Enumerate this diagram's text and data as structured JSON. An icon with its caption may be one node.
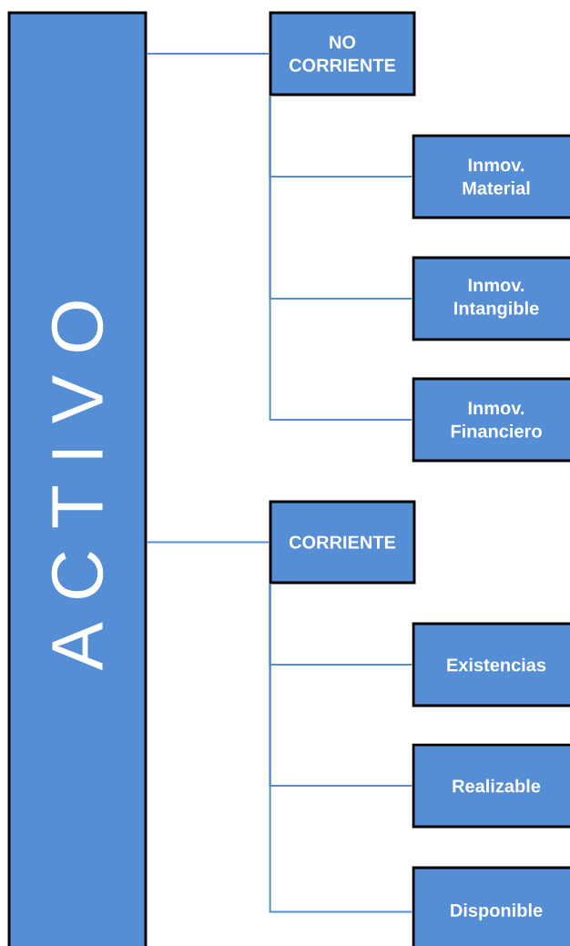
{
  "diagram": {
    "nodes": [
      {
        "text": [
          "A C T I V O"
        ]
      },
      {
        "text": [
          "NO CORRIENTE"
        ]
      },
      {
        "text": [
          "Inmov. Material"
        ]
      },
      {
        "text": [
          "Inmov. Intangible"
        ]
      },
      {
        "text": [
          "Inmov. Financiero"
        ]
      },
      {
        "text": [
          "CORRIENTE"
        ]
      },
      {
        "text": [
          "Existencias"
        ]
      },
      {
        "text": [
          "Realizable"
        ]
      },
      {
        "text": [
          "Disponible"
        ]
      }
    ],
    "edges": [
      {
        "from": 0,
        "to": 1,
        "arrow": "none"
      },
      {
        "from": 1,
        "to": 2,
        "arrow": "none"
      },
      {
        "from": 1,
        "to": 3,
        "arrow": "none"
      },
      {
        "from": 1,
        "to": 4,
        "arrow": "none"
      },
      {
        "from": 0,
        "to": 5,
        "arrow": "none"
      },
      {
        "from": 5,
        "to": 6,
        "arrow": "none"
      },
      {
        "from": 5,
        "to": 7,
        "arrow": "none"
      },
      {
        "from": 5,
        "to": 8,
        "arrow": "none"
      }
    ]
  }
}
